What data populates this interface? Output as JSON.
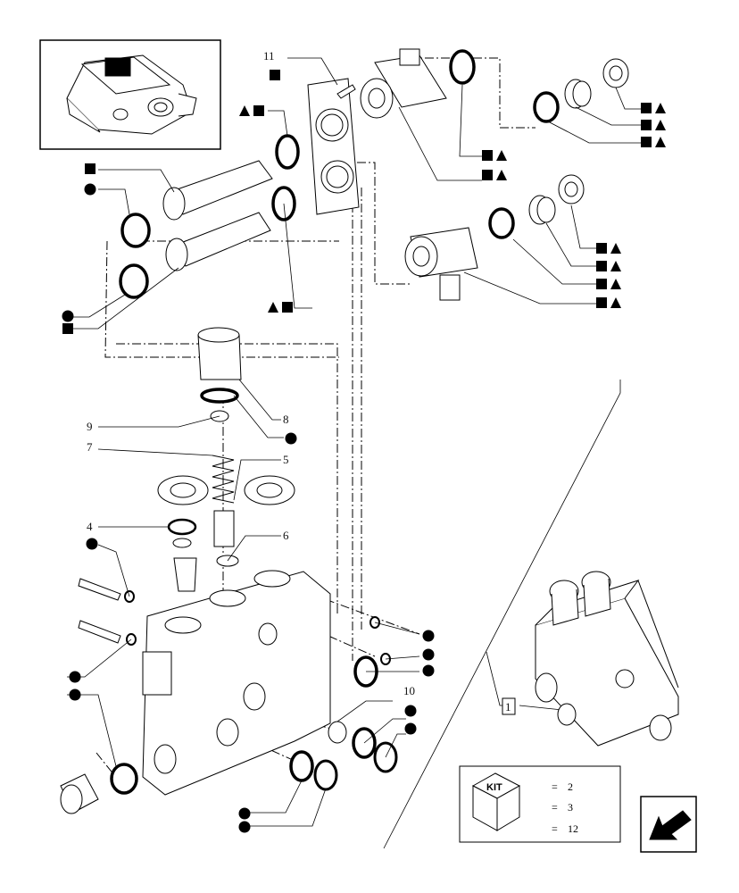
{
  "part_numbers": {
    "p11": "11",
    "p10": "10",
    "p9": "9",
    "p8": "8",
    "p7": "7",
    "p6": "6",
    "p5": "5",
    "p4": "4",
    "p1": "1"
  },
  "kit_legend": {
    "badge": "KIT",
    "triangle_value": "2",
    "square_value": "3",
    "circle_value": "12",
    "separator": "="
  },
  "symbols": {
    "fill_color": "#000000",
    "line_color": "#000000"
  }
}
